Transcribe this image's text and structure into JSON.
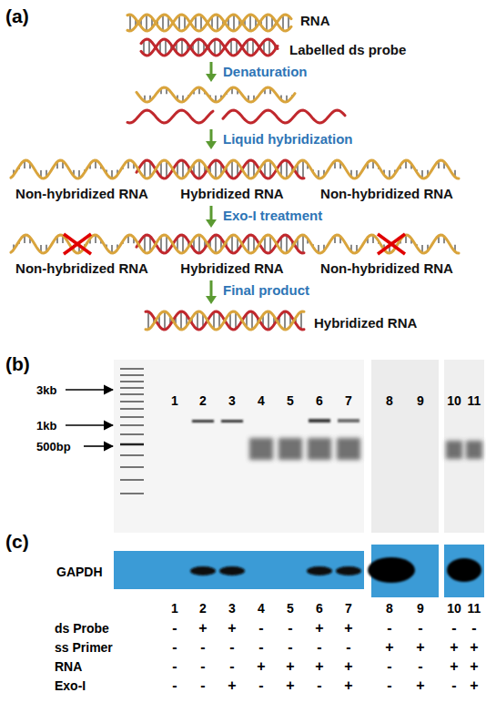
{
  "diagram": {
    "labels": [
      "(a)",
      "RNA",
      "Labelled ds probe",
      "Denaturation",
      "Liquid hybridization",
      "Non-hybridized RNA",
      "Hybridized RNA",
      "Non-hybridized RNA",
      "Exo-I treatment",
      "Non-hybridized RNA",
      "Hybridized RNA",
      "Non-hybridized RNA",
      "Final product",
      "Hybridized RNA",
      "(b)",
      "3kb",
      "1kb",
      "500bp",
      "1",
      "2",
      "3",
      "4",
      "5",
      "6",
      "7",
      "8",
      "9",
      "10",
      "11",
      "(c)",
      "GAPDH",
      "1",
      "2",
      "3",
      "4",
      "5",
      "6",
      "7",
      "8",
      "9",
      "10",
      "11",
      "ds Probe",
      "-",
      "+",
      "+",
      "-",
      "-",
      "+",
      "+",
      "-",
      "-",
      "-",
      "-",
      "ss Primer",
      "-",
      "-",
      "-",
      "-",
      "-",
      "-",
      "-",
      "+",
      "+",
      "+",
      "+",
      "RNA",
      "-",
      "-",
      "-",
      "+",
      "+",
      "+",
      "+",
      "-",
      "-",
      "+",
      "+",
      "Exo-I",
      "-",
      "-",
      "+",
      "-",
      "+",
      "-",
      "+",
      "-",
      "+",
      "-",
      "+"
    ]
  }
}
